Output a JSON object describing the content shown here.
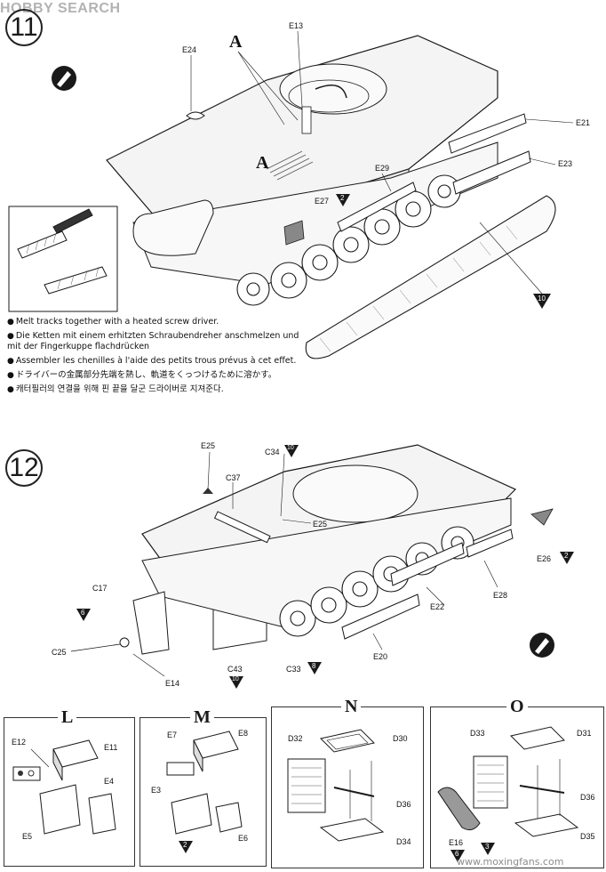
{
  "header": {
    "logo_text": "HOBBY SEARCH"
  },
  "step11": {
    "number": "11",
    "labels": {
      "a_top": "A",
      "a_mid": "A",
      "e13": "E13",
      "e24": "E24",
      "e21": "E21",
      "e23": "E23",
      "e29": "E29",
      "e27": "E27",
      "e27_badge": "2",
      "tracks_badge": "10"
    },
    "notes": [
      "Melt tracks together with a heated screw driver.",
      "Die Ketten mit einem erhitzten Schraubendreher anschmelzen und mit der Fingerkuppe flachdrücken",
      "Assembler les chenilles à l'aide des petits trous prévus à cet effet.",
      "ドライバーの金属部分先端を熱し、軌道をくっつけるために溶かす。",
      "캐터필러의 연결을 위해 핀 끝을 달군 드라이버로 지져준다."
    ]
  },
  "step12": {
    "number": "12",
    "labels": {
      "e25_top": "E25",
      "c37": "C37",
      "c34": "C34",
      "c34_badge": "10",
      "e25_mid": "E25",
      "e26": "E26",
      "e26_badge": "2",
      "e28": "E28",
      "e22": "E22",
      "c17": "C17",
      "c17_badge": "6",
      "c25": "C25",
      "e14": "E14",
      "c43": "C43",
      "c43_badge": "10",
      "c33": "C33",
      "c33_badge": "8",
      "e20": "E20"
    }
  },
  "subassemblies": {
    "L": {
      "title": "L",
      "labels": [
        "E12",
        "E11",
        "E4",
        "E5"
      ]
    },
    "M": {
      "title": "M",
      "labels": [
        "E7",
        "E8",
        "E3",
        "E6"
      ],
      "badge": "2"
    },
    "N": {
      "title": "N",
      "labels": [
        "D32",
        "D30",
        "D36",
        "D34"
      ]
    },
    "O": {
      "title": "O",
      "labels": [
        "D33",
        "D31",
        "D36",
        "E16",
        "D35"
      ],
      "badges": [
        "3",
        "6"
      ]
    }
  },
  "footer": {
    "watermark": "www.moxingfans.com"
  },
  "colors": {
    "line": "#1a1a1a",
    "hull_fill": "#f2f2f2",
    "shade": "#c8c8c8",
    "logo": "#b3b3b3"
  }
}
